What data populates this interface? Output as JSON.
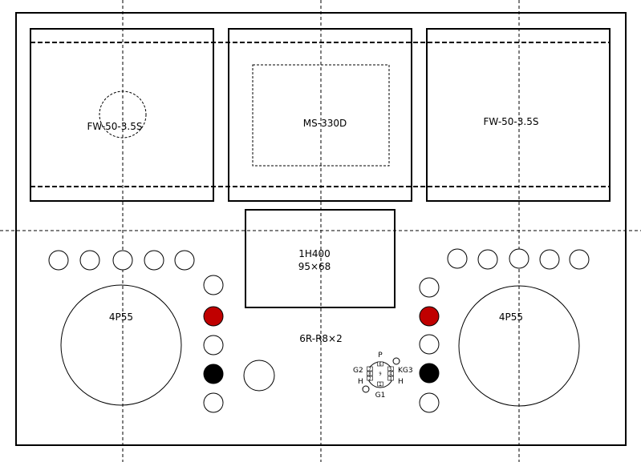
{
  "labels": {
    "transformer_left": "FW-50-3.5S",
    "transformer_center": "MS-330D",
    "transformer_right": "FW-50-3.5S",
    "choke_name": "1H400",
    "choke_size": "95×68",
    "tube_left": "4P55",
    "tube_right": "4P55",
    "driver_tube": "6R-R8×2"
  },
  "socket_pins": {
    "top": "P",
    "left": "G2",
    "left_lower": "H",
    "right": "KG3",
    "right_lower": "H",
    "bottom": "G1"
  },
  "socket_numbers": [
    "1",
    "2",
    "3",
    "4",
    "5",
    "6",
    "7",
    "8",
    "9"
  ],
  "colors": {
    "line": "#000000",
    "red_terminal": "#c00000",
    "black_terminal": "#000000",
    "background": "#ffffff"
  }
}
